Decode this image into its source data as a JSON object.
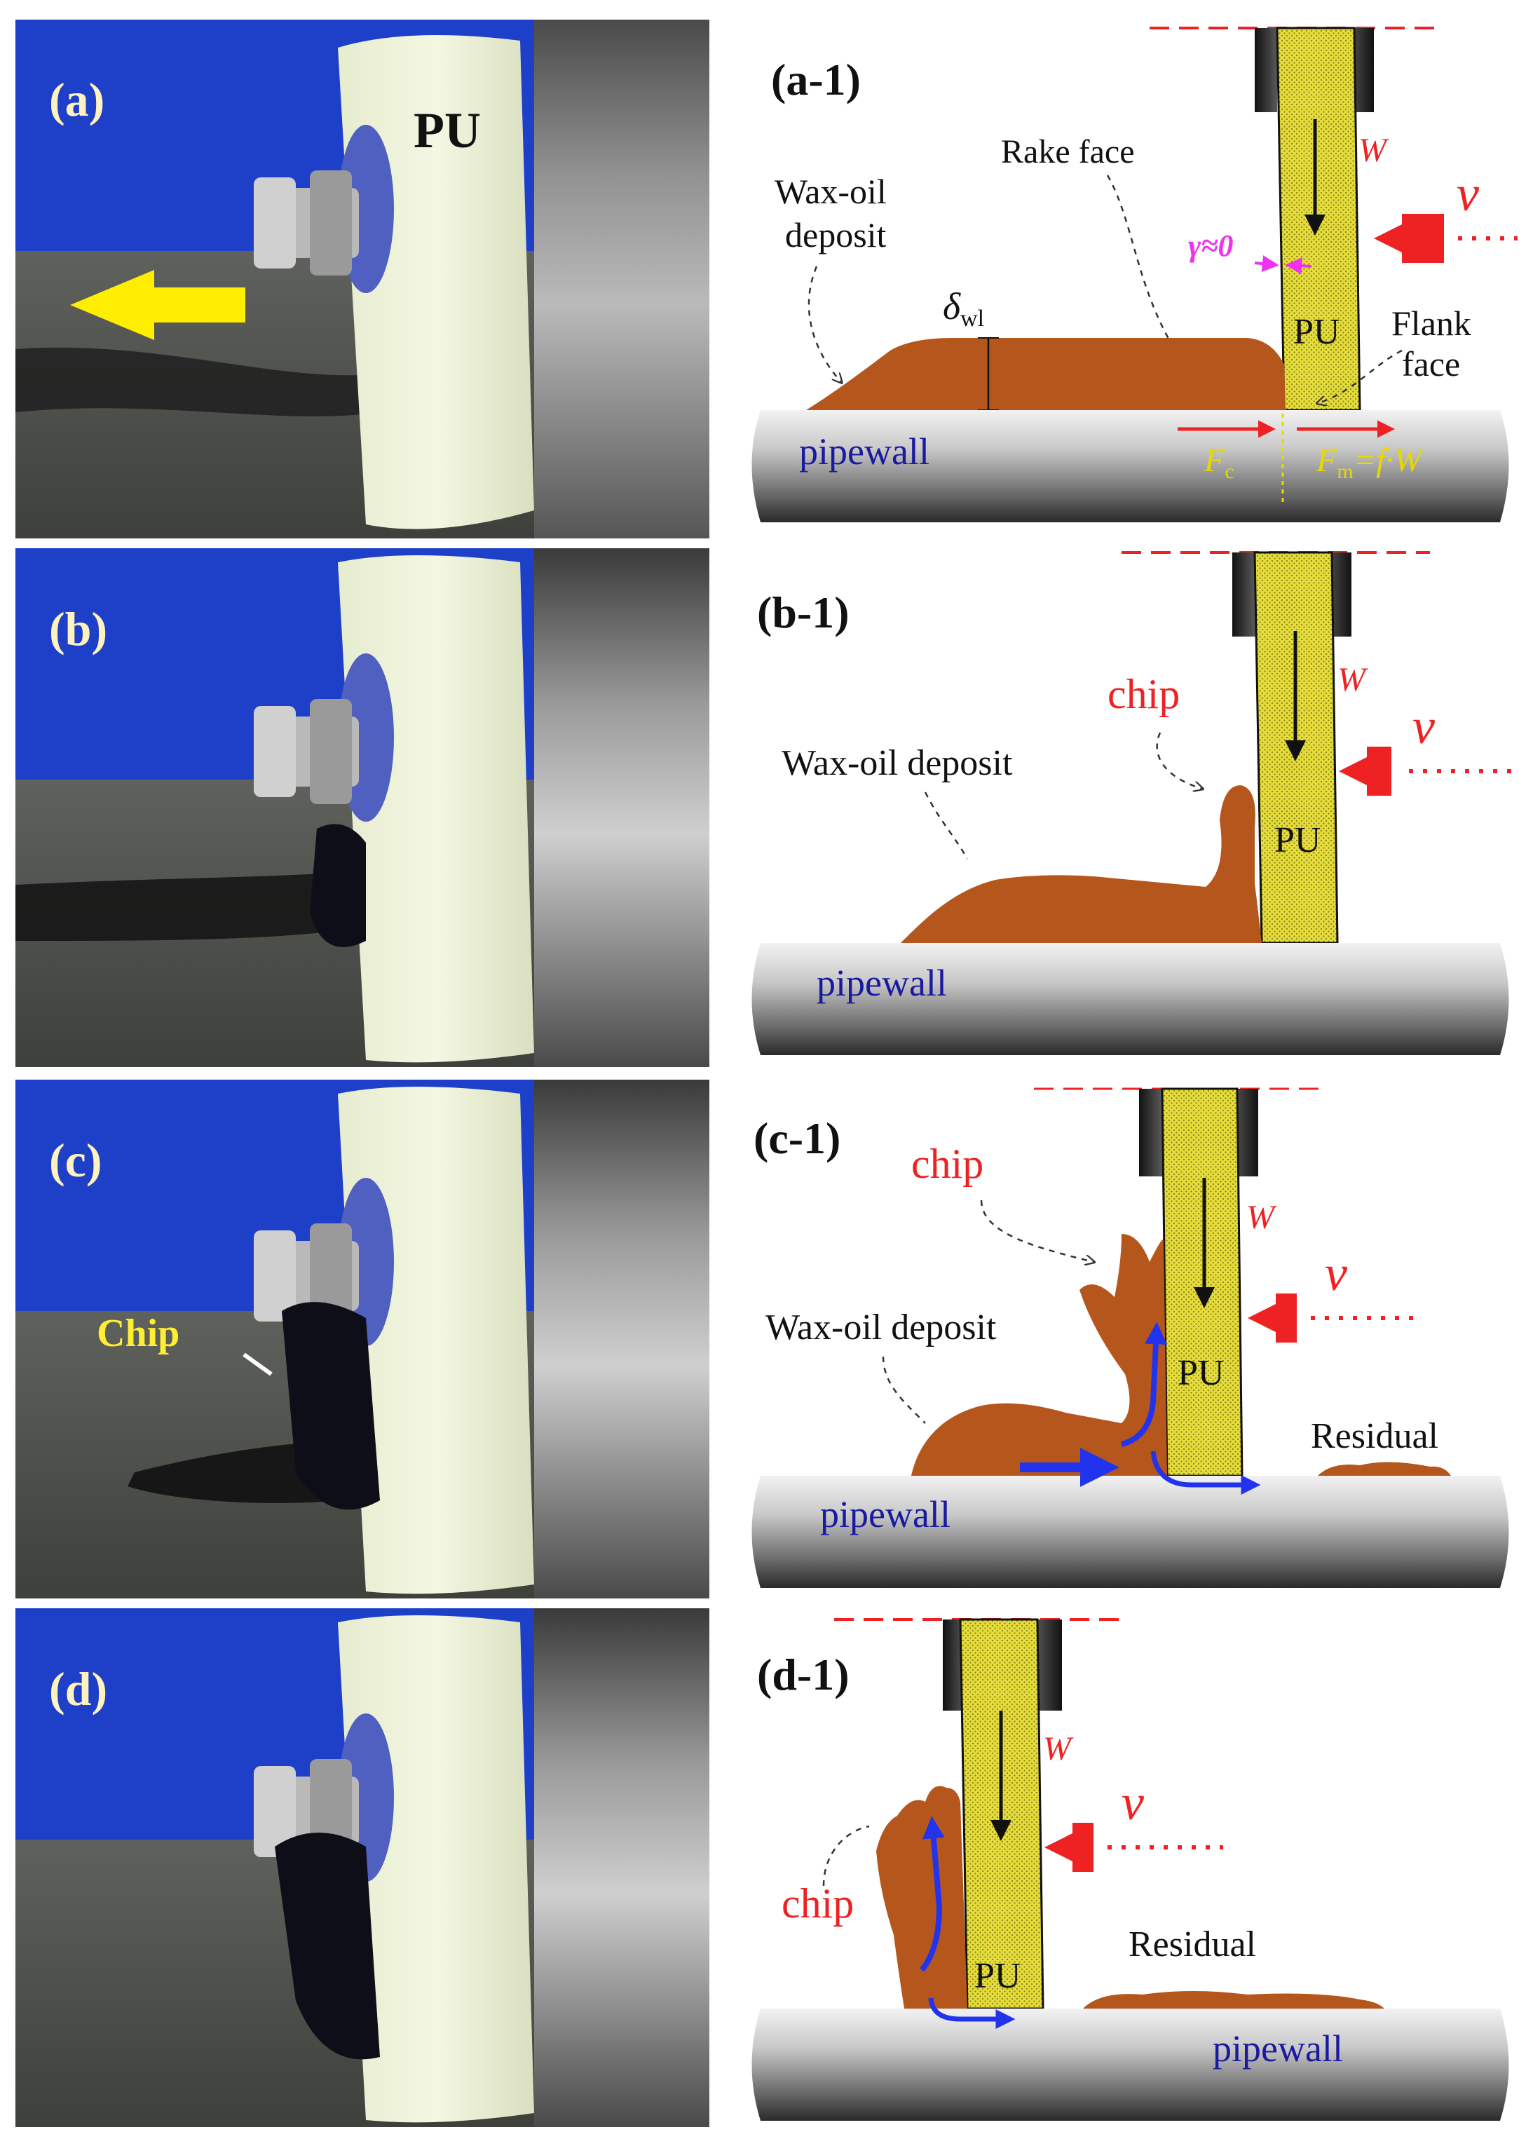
{
  "photos": [
    {
      "id": "a",
      "label": "(a)",
      "pu_label": "PU",
      "chip_label": ""
    },
    {
      "id": "b",
      "label": "(b)",
      "pu_label": "",
      "chip_label": ""
    },
    {
      "id": "c",
      "label": "(c)",
      "pu_label": "",
      "chip_label": "Chip"
    },
    {
      "id": "d",
      "label": "(d)",
      "pu_label": "",
      "chip_label": ""
    }
  ],
  "schematics": [
    {
      "id": "a1",
      "label": "(a-1)",
      "deposit": "Wax-oil\ndeposit",
      "rake": "Rake face",
      "flank": "Flank\nface",
      "pu": "PU",
      "pipewall": "pipewall",
      "w": "W",
      "v": "v",
      "gamma": "γ≈0",
      "delta": "δ",
      "delta_sub": "wl",
      "fc": "F",
      "fc_sub": "c",
      "fm": "F",
      "fm_sub": "m",
      "fm_rest": "=f·W"
    },
    {
      "id": "b1",
      "label": "(b-1)",
      "deposit": "Wax-oil deposit",
      "chip": "chip",
      "pu": "PU",
      "pipewall": "pipewall",
      "w": "W",
      "v": "v"
    },
    {
      "id": "c1",
      "label": "(c-1)",
      "deposit": "Wax-oil deposit",
      "chip": "chip",
      "residual": "Residual",
      "pu": "PU",
      "pipewall": "pipewall",
      "w": "W",
      "v": "v"
    },
    {
      "id": "d1",
      "label": "(d-1)",
      "chip": "chip",
      "residual": "Residual",
      "pu": "PU",
      "pipewall": "pipewall",
      "w": "W",
      "v": "v"
    }
  ],
  "colors": {
    "label_yellow": "#fdf3c0",
    "chip_yellow": "#ffee33",
    "arrow_yellow": "#ffee00",
    "deposit": "#b5571c",
    "pu_fill": "#e8e04a",
    "red": "#ee2222",
    "blue": "#2233ee",
    "magenta": "#ee33ee",
    "pipe_text": "#1a1aa0"
  }
}
